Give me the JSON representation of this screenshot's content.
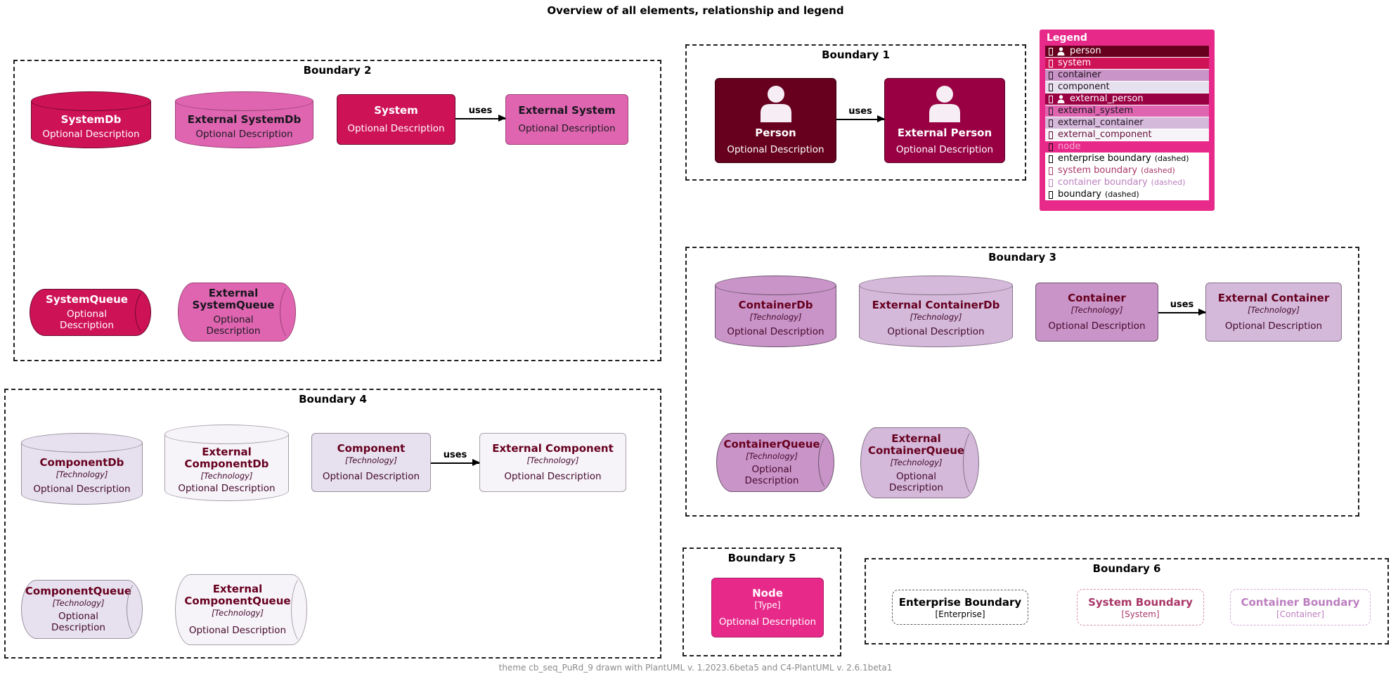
{
  "title": "Overview of all elements, relationship and legend",
  "footer": "theme cb_seq_PuRd_9 drawn with PlantUML v. 1.2023.6beta5 and C4-PlantUML v. 2.6.1beta1",
  "relation_label": "uses",
  "boundaries": {
    "b1": {
      "title": "Boundary 1"
    },
    "b2": {
      "title": "Boundary 2"
    },
    "b3": {
      "title": "Boundary 3"
    },
    "b4": {
      "title": "Boundary 4"
    },
    "b5": {
      "title": "Boundary 5"
    },
    "b6": {
      "title": "Boundary 6"
    }
  },
  "elements": {
    "system_db": {
      "title": "SystemDb",
      "desc": "Optional Description"
    },
    "external_system_db": {
      "title": "External SystemDb",
      "desc": "Optional Description"
    },
    "system": {
      "title": "System",
      "desc": "Optional Description"
    },
    "external_system": {
      "title": "External System",
      "desc": "Optional Description"
    },
    "system_queue": {
      "title": "SystemQueue",
      "desc": "Optional Description"
    },
    "external_system_queue": {
      "title": "External SystemQueue",
      "desc": "Optional Description"
    },
    "person": {
      "title": "Person",
      "desc": "Optional Description"
    },
    "external_person": {
      "title": "External Person",
      "desc": "Optional Description"
    },
    "container_db": {
      "title": "ContainerDb",
      "tech": "[Technology]",
      "desc": "Optional Description"
    },
    "external_container_db": {
      "title": "External ContainerDb",
      "tech": "[Technology]",
      "desc": "Optional Description"
    },
    "container": {
      "title": "Container",
      "tech": "[Technology]",
      "desc": "Optional Description"
    },
    "external_container": {
      "title": "External Container",
      "tech": "[Technology]",
      "desc": "Optional Description"
    },
    "container_queue": {
      "title": "ContainerQueue",
      "tech": "[Technology]",
      "desc": "Optional Description"
    },
    "external_container_queue": {
      "title": "External ContainerQueue",
      "tech": "[Technology]",
      "desc": "Optional Description"
    },
    "component_db": {
      "title": "ComponentDb",
      "tech": "[Technology]",
      "desc": "Optional Description"
    },
    "external_component_db": {
      "title": "External ComponentDb",
      "tech": "[Technology]",
      "desc": "Optional Description"
    },
    "component": {
      "title": "Component",
      "tech": "[Technology]",
      "desc": "Optional Description"
    },
    "external_component": {
      "title": "External Component",
      "tech": "[Technology]",
      "desc": "Optional Description"
    },
    "component_queue": {
      "title": "ComponentQueue",
      "tech": "[Technology]",
      "desc": "Optional Description"
    },
    "external_component_queue": {
      "title": "External ComponentQueue",
      "tech": "[Technology]",
      "desc": "Optional Description"
    },
    "node": {
      "title": "Node",
      "tech": "[Type]",
      "desc": "Optional Description"
    },
    "enterprise_boundary": {
      "title": "Enterprise Boundary",
      "tech": "[Enterprise]"
    },
    "system_boundary": {
      "title": "System Boundary",
      "tech": "[System]"
    },
    "container_boundary": {
      "title": "Container Boundary",
      "tech": "[Container]"
    }
  },
  "legend": {
    "title": "Legend",
    "rows": [
      {
        "label": "person"
      },
      {
        "label": "system"
      },
      {
        "label": "container"
      },
      {
        "label": "component"
      },
      {
        "label": "external_person"
      },
      {
        "label": "external_system"
      },
      {
        "label": "external_container"
      },
      {
        "label": "external_component"
      },
      {
        "label": "node"
      },
      {
        "label": "enterprise boundary",
        "suffix": "(dashed)"
      },
      {
        "label": "system boundary",
        "suffix": "(dashed)"
      },
      {
        "label": "container boundary",
        "suffix": "(dashed)"
      },
      {
        "label": "boundary",
        "suffix": "(dashed)"
      }
    ]
  },
  "colors": {
    "person": "#67001F",
    "system": "#CE1256",
    "container": "#C994C7",
    "component": "#E7E1EF",
    "external_person": "#980043",
    "external_system": "#DF65B0",
    "external_container": "#D4B9DA",
    "external_component": "#F7F4F9",
    "node": "#E7298A",
    "legend_background": "#E7298A"
  }
}
